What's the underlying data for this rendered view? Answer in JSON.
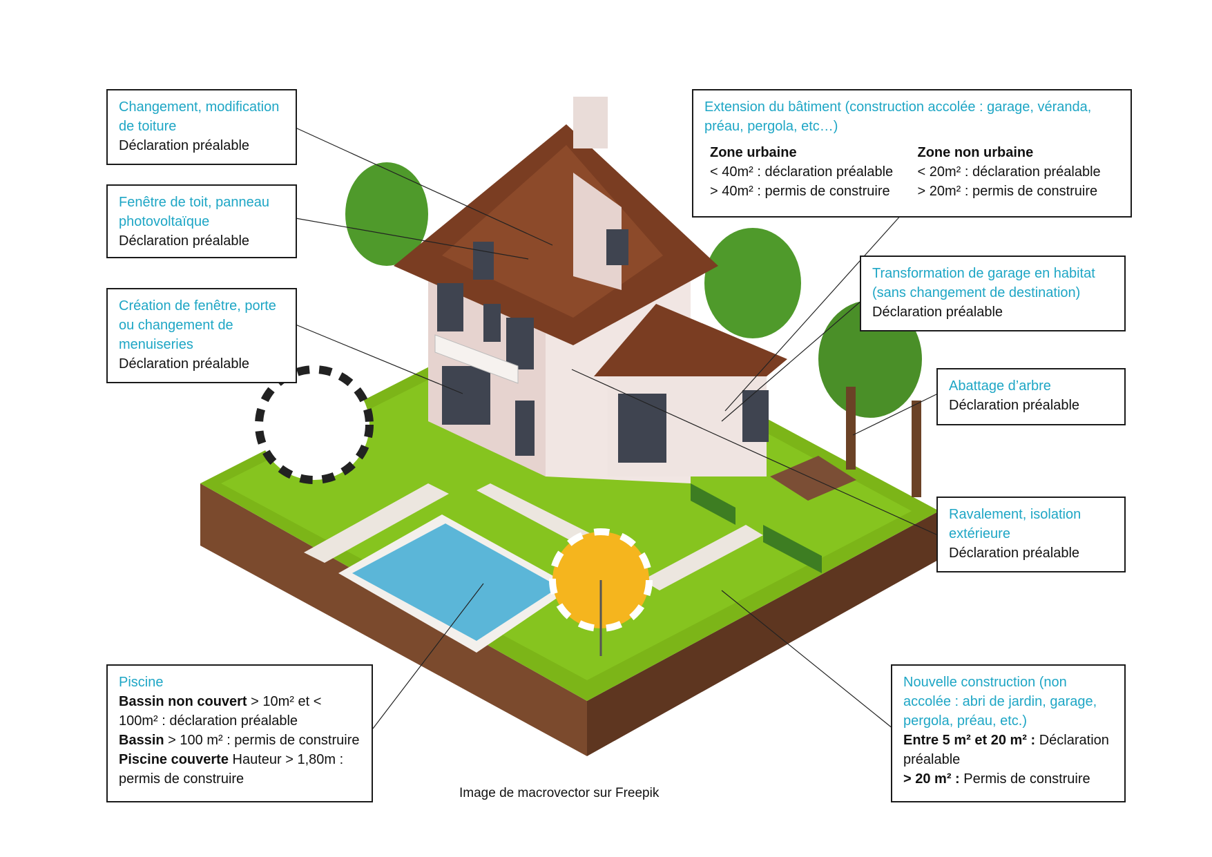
{
  "colors": {
    "label_title": "#1ea6c5",
    "grass": "#7cb518",
    "soil": "#7b4a2d",
    "roof": "#7a3d22",
    "wall": "#efe2df",
    "pool": "#5bb6d8"
  },
  "labels": {
    "toiture": {
      "title": "Changement, modification de toiture",
      "text": "Déclaration préalable"
    },
    "fenetre_toit": {
      "title": "Fenêtre de toit, panneau photovoltaïque",
      "text": "Déclaration préalable"
    },
    "creation_fenetre": {
      "title": "Création de fenêtre, porte ou changement de menuiseries",
      "text": "Déclaration préalable"
    },
    "extension": {
      "title": "Extension du bâtiment (construction accolée : garage, véranda, préau, pergola, etc…)",
      "zone_urbaine": {
        "heading": "Zone urbaine",
        "line1": "< 40m² : déclaration préalable",
        "line2": "> 40m² : permis de construire"
      },
      "zone_non_urbaine": {
        "heading": "Zone non urbaine",
        "line1": "< 20m² : déclaration préalable",
        "line2": "> 20m² : permis de construire"
      }
    },
    "garage": {
      "title": "Transformation de garage en habitat (sans changement de destination)",
      "text": "Déclaration préalable"
    },
    "arbre": {
      "title": "Abattage d’arbre",
      "text": "Déclaration préalable"
    },
    "ravalement": {
      "title": "Ravalement, isolation extérieure",
      "text": "Déclaration préalable"
    },
    "piscine": {
      "title": "Piscine",
      "l1_bold": "Bassin non couvert",
      "l1_rest": " > 10m² et < 100m² : déclaration préalable",
      "l2_bold": "Bassin",
      "l2_rest": " > 100 m² : permis de construire",
      "l3_bold": "Piscine couverte",
      "l3_rest": " Hauteur > 1,80m : permis de construire"
    },
    "nouvelle": {
      "title": "Nouvelle construction (non accolée : abri de jardin, garage, pergola, préau, etc.)",
      "l1_bold": "Entre 5 m² et 20 m² :",
      "l1_rest": " Déclaration préalable",
      "l2_bold": "> 20 m² :",
      "l2_rest": " Permis de construire"
    }
  },
  "credit": "Image de macrovector sur Freepik"
}
